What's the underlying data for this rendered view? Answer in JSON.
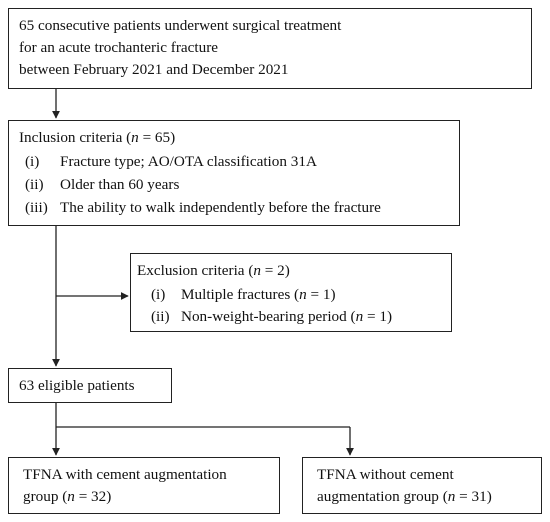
{
  "boxes": {
    "top": {
      "lines": [
        "65 consecutive patients underwent surgical treatment",
        "for an acute trochanteric fracture",
        "between February 2021 and December 2021"
      ]
    },
    "inclusion": {
      "title_pre": "Inclusion criteria (",
      "n_symbol": "n",
      "title_post": " = 65)",
      "items": [
        {
          "num": "(i)",
          "text": "Fracture type; AO/OTA classification 31A"
        },
        {
          "num": "(ii)",
          "text": "Older than 60 years"
        },
        {
          "num": "(iii)",
          "text": "The ability to walk independently before the fracture"
        }
      ]
    },
    "exclusion": {
      "title_pre": "Exclusion criteria (",
      "n_symbol": "n",
      "title_post": " = 2)",
      "items": [
        {
          "num": "(i)",
          "text_pre": "Multiple fractures (",
          "n_symbol": "n",
          "text_post": " = 1)"
        },
        {
          "num": "(ii)",
          "text_pre": "Non-weight-bearing period (",
          "n_symbol": "n",
          "text_post": " = 1)"
        }
      ]
    },
    "eligible": {
      "text": "63 eligible patients"
    },
    "group_cement": {
      "line1": "TFNA with cement augmentation",
      "line2_pre": "group  (",
      "n_symbol": "n",
      "line2_post": " = 32)"
    },
    "group_no_cement": {
      "line1": "TFNA without cement",
      "line2_pre": "augmentation group  (",
      "n_symbol": "n",
      "line2_post": " = 31)"
    }
  }
}
